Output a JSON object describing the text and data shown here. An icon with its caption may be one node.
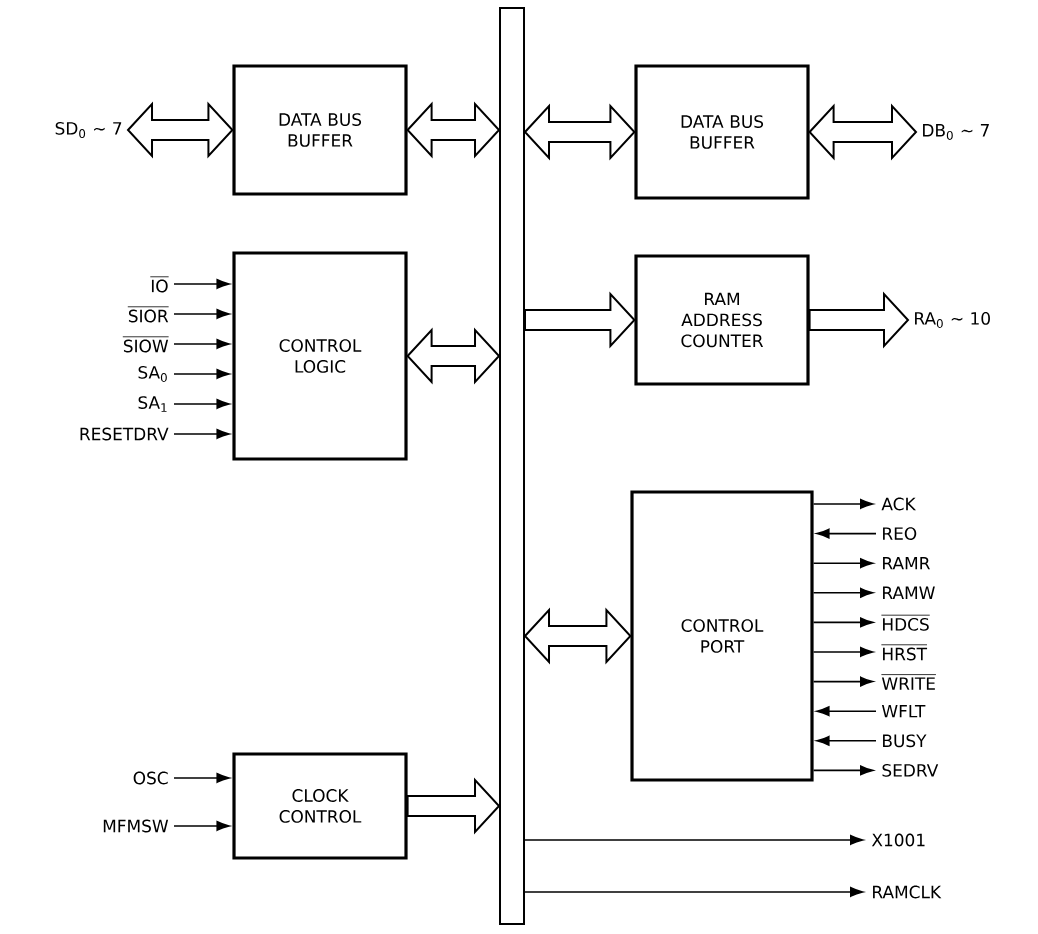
{
  "diagram": {
    "nodes": [
      {
        "text": [
          "SD$_{0}$ ∼ 7"
        ]
      },
      {
        "text": [
          "DATA BUS BUFFER"
        ]
      },
      {
        "text": [],
        "shape": "bar"
      },
      {
        "text": [
          "DATA BUS BUFFER"
        ]
      },
      {
        "text": [
          "DB$_{0}$ ∼ 7"
        ]
      },
      {
        "text": [
          "\\overline{\\hbox{IO}}"
        ]
      },
      {
        "text": [
          "\\overline{\\hbox{SIOR}}"
        ]
      },
      {
        "text": [
          "\\overline{\\hbox{SIOW}}"
        ]
      },
      {
        "text": [
          "SA$_{0}$"
        ]
      },
      {
        "text": [
          "SA$_{1}$"
        ]
      },
      {
        "text": [
          "RESETDRV"
        ]
      },
      {
        "text": [
          "CONTROL LOGIC"
        ]
      },
      {
        "text": [
          "RAM ADDRESS COUNTER"
        ]
      },
      {
        "text": [
          "RA$_{0}$ ∼ 10"
        ]
      },
      {
        "text": [
          "CONTROL PORT"
        ]
      },
      {
        "text": [
          "ACK"
        ]
      },
      {
        "text": [
          "REO"
        ]
      },
      {
        "text": [
          "RAMR"
        ]
      },
      {
        "text": [
          "RAMW"
        ]
      },
      {
        "text": [
          "\\overline{\\hbox{HDCS}}"
        ]
      },
      {
        "text": [
          "\\overline{\\hbox{HRST}}"
        ]
      },
      {
        "text": [
          "\\overline{\\hbox{WRITE}}"
        ]
      },
      {
        "text": [
          "WFLT"
        ]
      },
      {
        "text": [
          "BUSY"
        ]
      },
      {
        "text": [
          "SEDRV"
        ]
      },
      {
        "text": [
          "OSC"
        ]
      },
      {
        "text": [
          "MFMSW"
        ]
      },
      {
        "text": [
          "CLOCK CONTROL"
        ]
      },
      {
        "text": [
          "X1001"
        ]
      },
      {
        "text": [
          "RAMCLK"
        ]
      }
    ],
    "edges": [
      {
        "from": 0,
        "to": 1,
        "arrow": "both",
        "style": "thick"
      },
      {
        "from": 1,
        "to": 2,
        "arrow": "both",
        "style": "thick"
      },
      {
        "from": 2,
        "to": 3,
        "arrow": "both",
        "style": "thick"
      },
      {
        "from": 3,
        "to": 4,
        "arrow": "both",
        "style": "thick"
      },
      {
        "from": 5,
        "to": 11,
        "arrow": "to"
      },
      {
        "from": 6,
        "to": 11,
        "arrow": "to"
      },
      {
        "from": 7,
        "to": 11,
        "arrow": "to"
      },
      {
        "from": 8,
        "to": 11,
        "arrow": "to"
      },
      {
        "from": 9,
        "to": 11,
        "arrow": "to"
      },
      {
        "from": 10,
        "to": 11,
        "arrow": "to"
      },
      {
        "from": 11,
        "to": 2,
        "arrow": "both",
        "style": "thick"
      },
      {
        "from": 2,
        "to": 12,
        "arrow": "to",
        "style": "thick"
      },
      {
        "from": 12,
        "to": 13,
        "arrow": "to",
        "style": "thick"
      },
      {
        "from": 2,
        "to": 14,
        "arrow": "both",
        "style": "thick"
      },
      {
        "from": 14,
        "to": 15,
        "arrow": "to"
      },
      {
        "from": 16,
        "to": 14,
        "arrow": "to"
      },
      {
        "from": 14,
        "to": 17,
        "arrow": "to"
      },
      {
        "from": 14,
        "to": 18,
        "arrow": "to"
      },
      {
        "from": 14,
        "to": 19,
        "arrow": "to"
      },
      {
        "from": 14,
        "to": 20,
        "arrow": "to"
      },
      {
        "from": 14,
        "to": 21,
        "arrow": "to"
      },
      {
        "from": 22,
        "to": 14,
        "arrow": "to"
      },
      {
        "from": 23,
        "to": 14,
        "arrow": "to"
      },
      {
        "from": 14,
        "to": 24,
        "arrow": "to"
      },
      {
        "from": 25,
        "to": 27,
        "arrow": "to"
      },
      {
        "from": 26,
        "to": 27,
        "arrow": "to"
      },
      {
        "from": 27,
        "to": 2,
        "arrow": "to",
        "style": "thick"
      },
      {
        "from": 2,
        "to": 28,
        "arrow": "to"
      },
      {
        "from": 2,
        "to": 29,
        "arrow": "to"
      }
    ]
  }
}
